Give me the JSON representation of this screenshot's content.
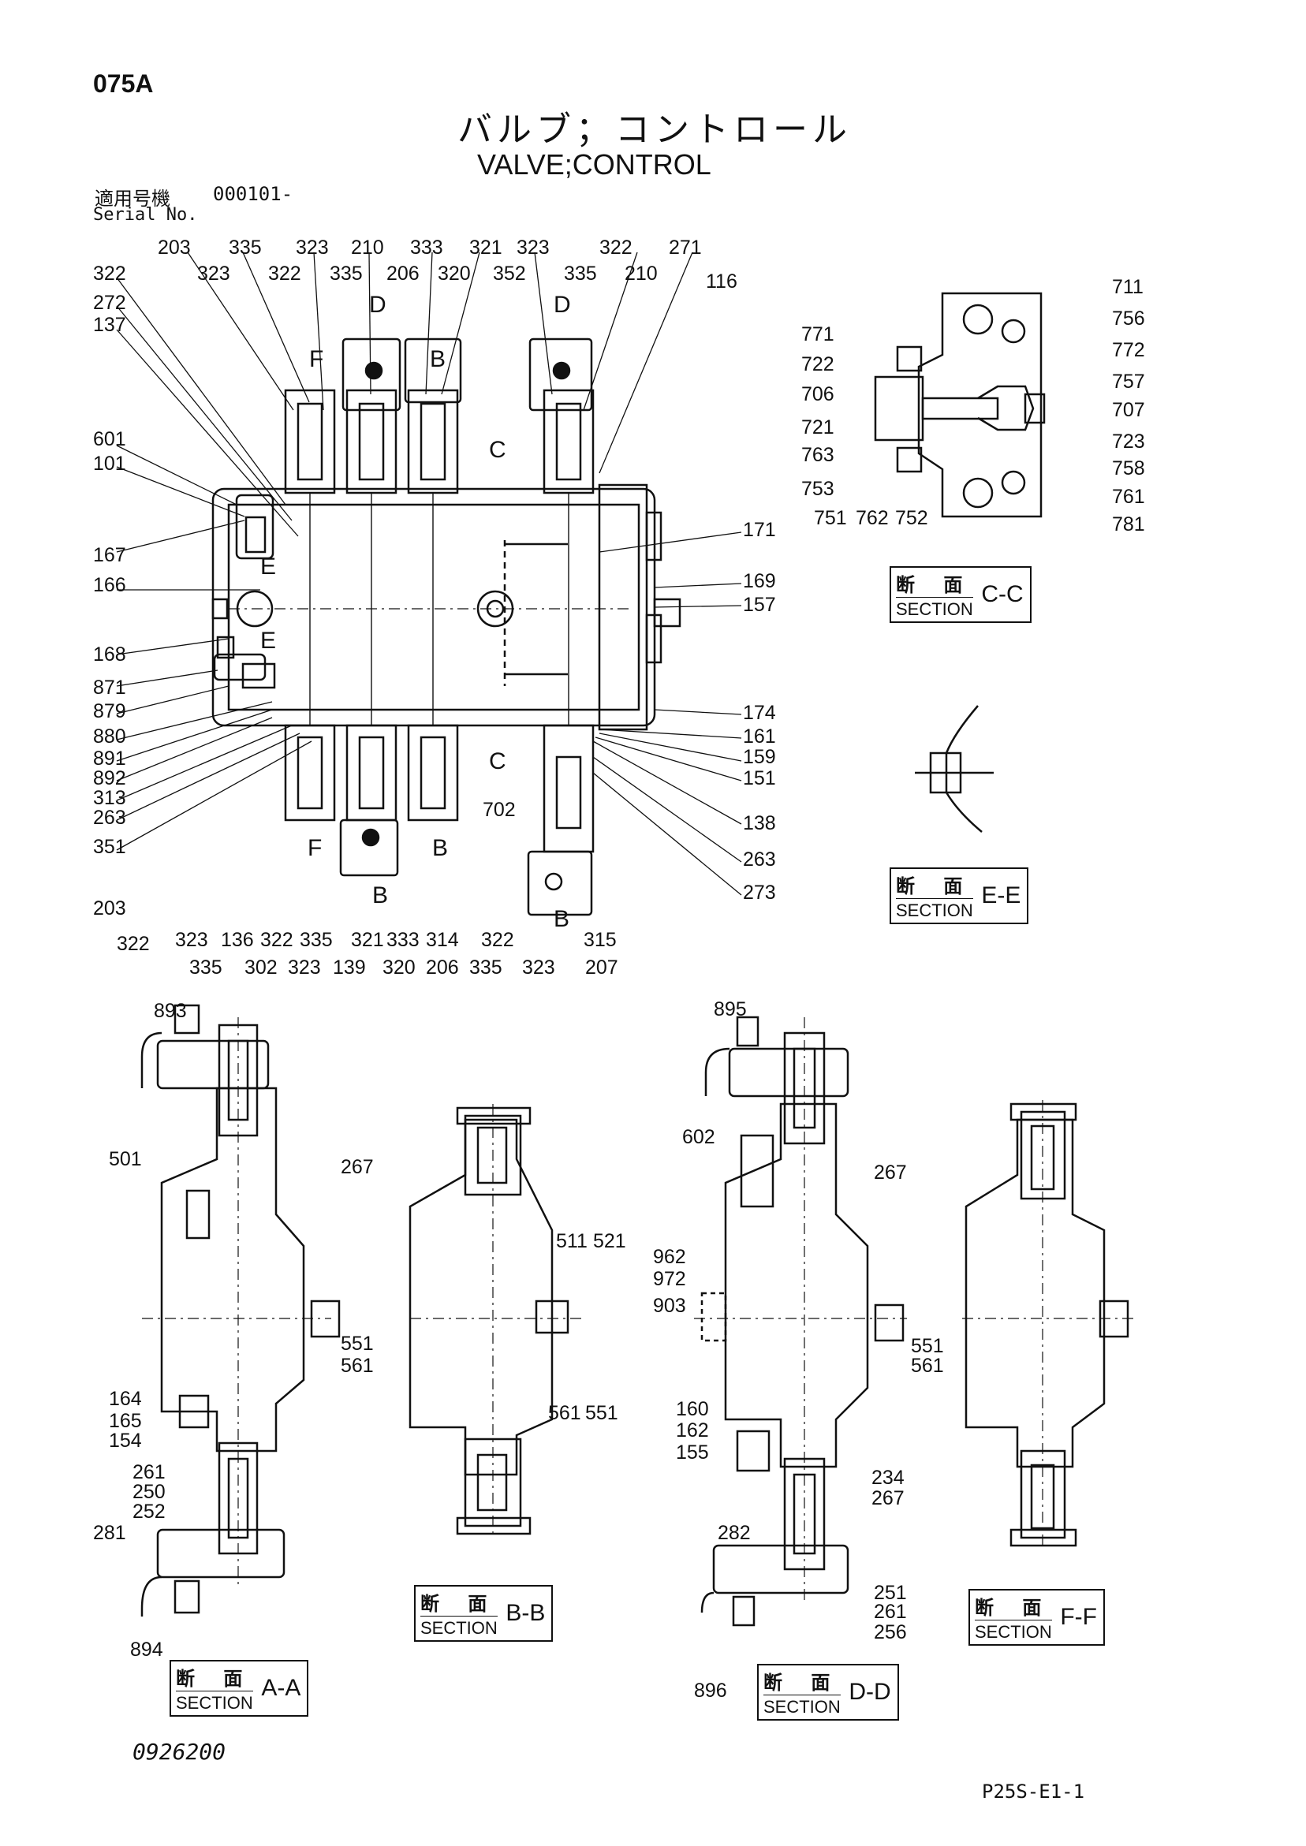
{
  "header": {
    "page_code": "075A",
    "title_jp": "バルブ；コントロール",
    "title_en": "VALVE;CONTROL",
    "serial_label_jp": "適用号機",
    "serial_value": "000101-",
    "serial_label_en": "Serial No."
  },
  "footer": {
    "drawing_no": "0926200",
    "page_ref": "P25S-E1-1"
  },
  "section_labels": {
    "kanji": "断 面",
    "word": "SECTION",
    "cc": "C-C",
    "ee": "E-E",
    "aa": "A-A",
    "bb": "B-B",
    "dd": "D-D",
    "ff": "F-F"
  },
  "main_view": {
    "top_labels": [
      "203",
      "335",
      "323",
      "210",
      "333",
      "321",
      "323",
      "322",
      "271",
      "322",
      "323",
      "322",
      "335",
      "206",
      "320",
      "352",
      "335",
      "210",
      "116",
      "272",
      "137"
    ],
    "left_labels": [
      "601",
      "101",
      "167",
      "166",
      "168",
      "871",
      "879",
      "880",
      "891",
      "892",
      "313",
      "263",
      "351",
      "203",
      "322"
    ],
    "right_labels": [
      "171",
      "169",
      "157",
      "174",
      "161",
      "159",
      "151",
      "138",
      "263",
      "273"
    ],
    "bottom_labels": [
      "323",
      "136",
      "322",
      "335",
      "321",
      "333",
      "314",
      "322",
      "315",
      "335",
      "302",
      "323",
      "139",
      "320",
      "206",
      "335",
      "323",
      "207",
      "702"
    ],
    "cut_markers": [
      "D",
      "D",
      "F",
      "B",
      "C",
      "C",
      "E",
      "E",
      "F",
      "B",
      "B",
      "B"
    ]
  },
  "view_cc": {
    "left_labels": [
      "771",
      "722",
      "706",
      "721",
      "763",
      "753",
      "751",
      "762",
      "752"
    ],
    "right_labels": [
      "711",
      "756",
      "772",
      "757",
      "707",
      "723",
      "758",
      "761",
      "781"
    ]
  },
  "view_aa": {
    "labels": [
      "893",
      "501",
      "267",
      "551",
      "561",
      "164",
      "165",
      "154",
      "261",
      "250",
      "252",
      "281",
      "894"
    ]
  },
  "view_bb": {
    "labels": [
      "511",
      "521",
      "561",
      "551"
    ]
  },
  "view_dd": {
    "labels": [
      "895",
      "602",
      "267",
      "962",
      "972",
      "903",
      "551",
      "561",
      "160",
      "162",
      "155",
      "234",
      "267",
      "282",
      "251",
      "261",
      "256",
      "896"
    ]
  }
}
